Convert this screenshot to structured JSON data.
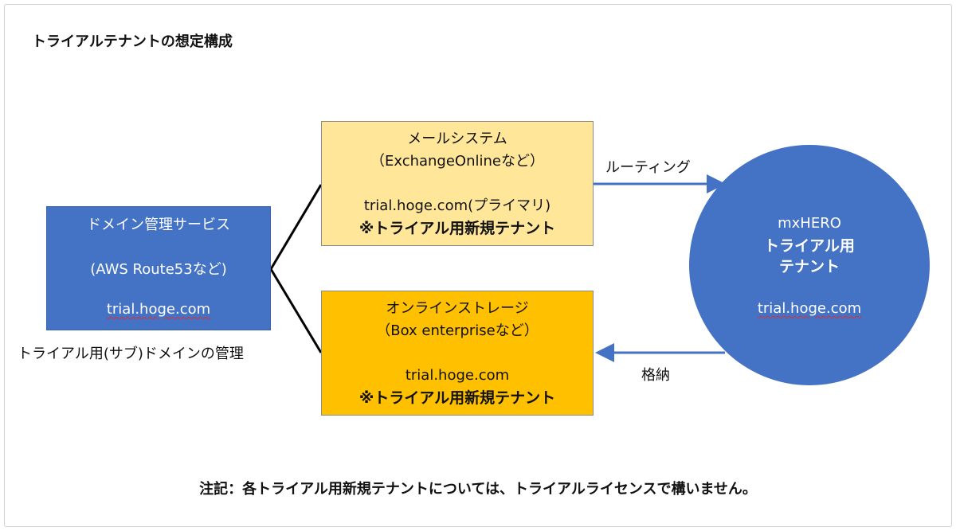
{
  "title": "トライアルテナントの想定構成",
  "domain_service": {
    "name": "ドメイン管理サービス",
    "example": "(AWS Route53など)",
    "domain": "trial.hoge.com",
    "caption": "トライアル用(サブ)ドメインの管理"
  },
  "mail_system": {
    "name": "メールシステム",
    "example": "（ExchangeOnlineなど）",
    "domain": "trial.hoge.com(プライマリ)",
    "tenant": "※トライアル用新規テナント"
  },
  "online_storage": {
    "name": "オンラインストレージ",
    "example": "（Box enterpriseなど）",
    "domain": "trial.hoge.com",
    "tenant": "※トライアル用新規テナント"
  },
  "mxhero": {
    "name": "mxHERO",
    "line1": "トライアル用",
    "line2": "テナント",
    "domain": "trial.hoge.com"
  },
  "arrows": {
    "routing": "ルーティング",
    "store": "格納"
  },
  "note": "注記：各トライアル用新規テナントについては、トライアルライセンスで構いません。",
  "colors": {
    "blue": "#4472C4",
    "light_yellow": "#FFE699",
    "orange": "#FFC000"
  }
}
